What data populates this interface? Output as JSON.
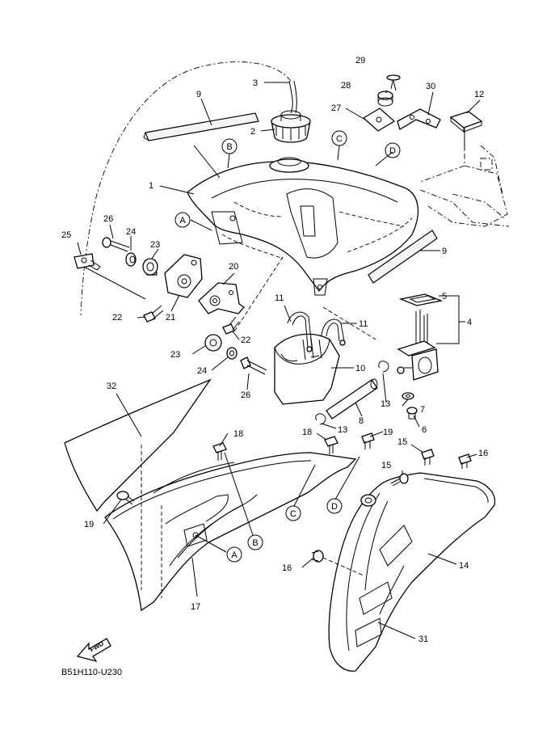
{
  "diagram": {
    "code": "B51H110-U230",
    "fwd_label": "FWD",
    "parts": [
      {
        "id": "p1",
        "label": "1"
      },
      {
        "id": "p2",
        "label": "2"
      },
      {
        "id": "p3",
        "label": "3"
      },
      {
        "id": "p4",
        "label": "4"
      },
      {
        "id": "p5",
        "label": "5"
      },
      {
        "id": "p6",
        "label": "6"
      },
      {
        "id": "p7",
        "label": "7"
      },
      {
        "id": "p8",
        "label": "8"
      },
      {
        "id": "p9a",
        "label": "9"
      },
      {
        "id": "p9b",
        "label": "9"
      },
      {
        "id": "p10",
        "label": "10"
      },
      {
        "id": "p11a",
        "label": "11"
      },
      {
        "id": "p11b",
        "label": "11"
      },
      {
        "id": "p12",
        "label": "12"
      },
      {
        "id": "p13a",
        "label": "13"
      },
      {
        "id": "p13b",
        "label": "13"
      },
      {
        "id": "p14",
        "label": "14"
      },
      {
        "id": "p15a",
        "label": "15"
      },
      {
        "id": "p15b",
        "label": "15"
      },
      {
        "id": "p16a",
        "label": "16"
      },
      {
        "id": "p16b",
        "label": "16"
      },
      {
        "id": "p17",
        "label": "17"
      },
      {
        "id": "p18a",
        "label": "18"
      },
      {
        "id": "p18b",
        "label": "18"
      },
      {
        "id": "p19a",
        "label": "19"
      },
      {
        "id": "p19b",
        "label": "19"
      },
      {
        "id": "p20",
        "label": "20"
      },
      {
        "id": "p21",
        "label": "21"
      },
      {
        "id": "p22a",
        "label": "22"
      },
      {
        "id": "p22b",
        "label": "22"
      },
      {
        "id": "p23a",
        "label": "23"
      },
      {
        "id": "p23b",
        "label": "23"
      },
      {
        "id": "p24a",
        "label": "24"
      },
      {
        "id": "p24b",
        "label": "24"
      },
      {
        "id": "p25",
        "label": "25"
      },
      {
        "id": "p26a",
        "label": "26"
      },
      {
        "id": "p26b",
        "label": "26"
      },
      {
        "id": "p27",
        "label": "27"
      },
      {
        "id": "p28",
        "label": "28"
      },
      {
        "id": "p29",
        "label": "29"
      },
      {
        "id": "p30",
        "label": "30"
      },
      {
        "id": "p31",
        "label": "31"
      },
      {
        "id": "p32",
        "label": "32"
      }
    ],
    "refs": [
      {
        "id": "rA1",
        "label": "A"
      },
      {
        "id": "rA2",
        "label": "A"
      },
      {
        "id": "rB1",
        "label": "B"
      },
      {
        "id": "rB2",
        "label": "B"
      },
      {
        "id": "rC1",
        "label": "C"
      },
      {
        "id": "rC2",
        "label": "C"
      },
      {
        "id": "rD1",
        "label": "D"
      },
      {
        "id": "rD2",
        "label": "D"
      }
    ]
  }
}
